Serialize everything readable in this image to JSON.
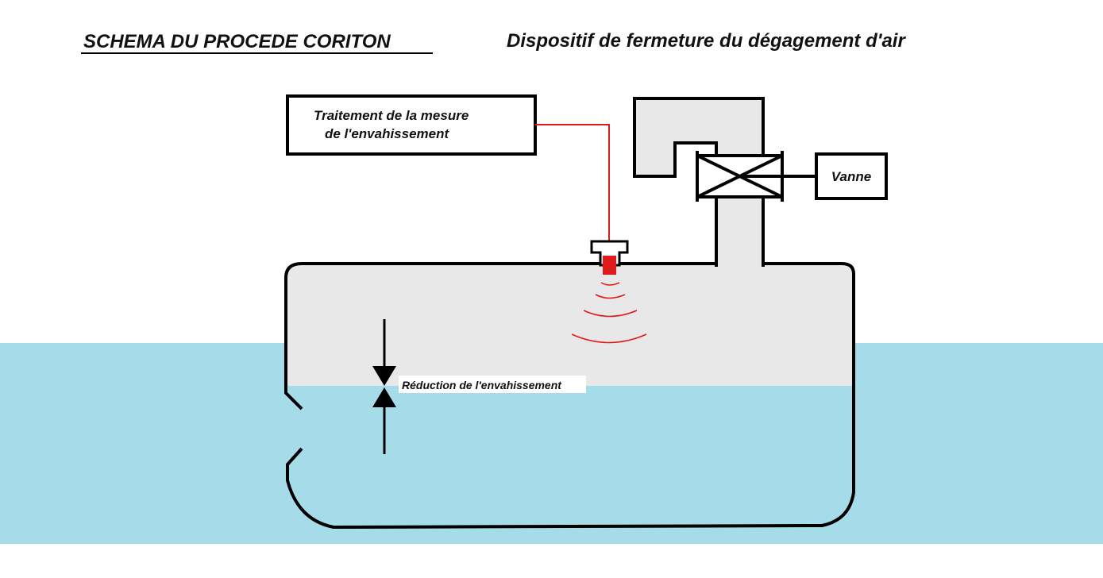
{
  "title": "SCHEMA DU PROCEDE CORITON",
  "subtitle": "Dispositif de fermeture du dégagement d'air",
  "processing_box": {
    "line1": "Traitement de la mesure",
    "line2": "de l'envahissement"
  },
  "valve_box": {
    "label": "Vanne"
  },
  "reduction_label": "Réduction de l'envahissement",
  "colors": {
    "sea": "#a6dbe9",
    "hull_air": "#e8e8e8",
    "flood_water": "#a6dbe9",
    "signal": "#e01b1b",
    "outline": "#000000"
  },
  "icons": {
    "sensor": "ultrasonic-sensor-icon",
    "valve": "butterfly-valve-icon",
    "arrows": "double-arrow-icon"
  }
}
